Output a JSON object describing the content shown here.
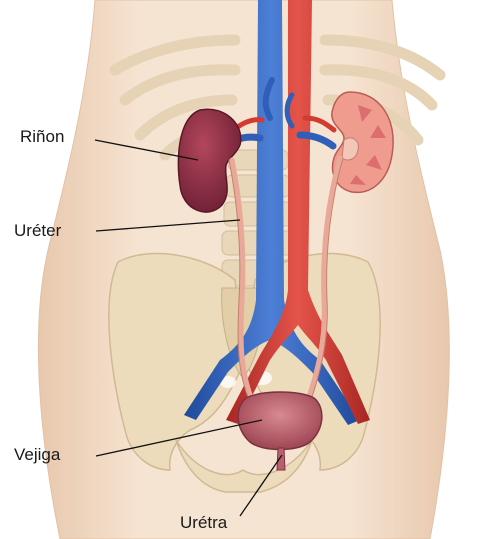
{
  "labels": {
    "kidney": "Riñon",
    "ureter": "Uréter",
    "bladder": "Vejiga",
    "urethra": "Urétra"
  },
  "colors": {
    "skin": "#f0d9c4",
    "bone": "#ead9b6",
    "vein": "#2f5fb8",
    "artery": "#d23a32",
    "kidney_left": "#8e2f45",
    "kidney_right": "#e88a7c",
    "ureter": "#e9a99a",
    "bladder": "#b9606e"
  }
}
